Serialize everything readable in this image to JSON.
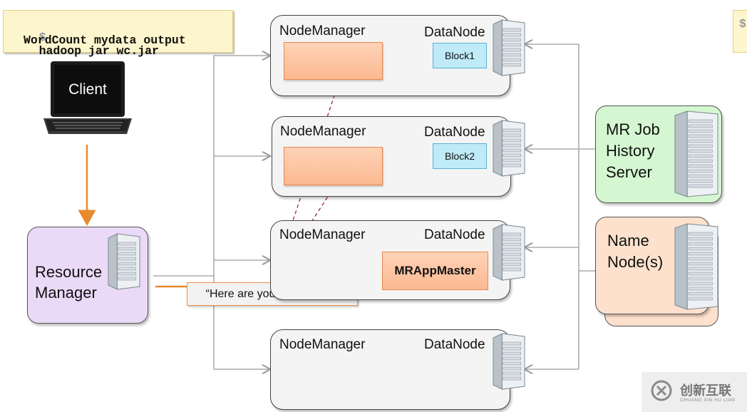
{
  "command": {
    "prompt": "$",
    "line1": "hadoop jar wc.jar",
    "line2": "WordCount mydata output",
    "right_prompt": "$"
  },
  "client": {
    "label": "Client"
  },
  "resource_manager": {
    "line1": "Resource",
    "line2": "Manager"
  },
  "callout": {
    "text": "“Here are your containers”"
  },
  "node_managers": [
    {
      "nm_label": "NodeManager",
      "dn_label": "DataNode",
      "block": "Block1"
    },
    {
      "nm_label": "NodeManager",
      "dn_label": "DataNode",
      "block": "Block2"
    },
    {
      "nm_label": "NodeManager",
      "dn_label": "DataNode",
      "app_master": "MRAppMaster"
    },
    {
      "nm_label": "NodeManager",
      "dn_label": "DataNode"
    }
  ],
  "history_server": {
    "line1": "MR Job",
    "line2": "History",
    "line3": "Server"
  },
  "name_node": {
    "line1": "Name",
    "line2": "Node(s)"
  },
  "watermark": {
    "text": "创新互联",
    "sub": "CHUANG XIN HU LIAN"
  },
  "colors": {
    "client_arrow": "#e8892e",
    "container_arrow": "#9a2350",
    "gray_line": "#9a9a9a"
  }
}
